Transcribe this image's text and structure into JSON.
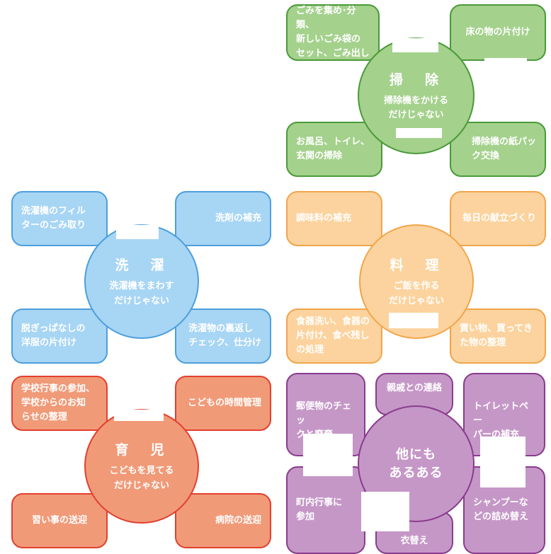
{
  "categories": [
    {
      "id": "cleaning",
      "title": "掃　除",
      "subtitle": "掃除機をかける\nだけじゃない",
      "items": [
        "ごみを集め･分類、\n新しいごみ袋の\nセット、ごみ出し",
        "床の物の片付け",
        "お風呂、トイレ、\n玄関の掃除",
        "掃除機の紙パッ\nク交換"
      ]
    },
    {
      "id": "laundry",
      "title": "洗　濯",
      "subtitle": "洗濯機をまわす\nだけじゃない",
      "items": [
        "洗濯機のフィル\nターのごみ取り",
        "洗剤の補充",
        "脱ぎっぱなしの\n洋服の片付け",
        "洗濯物の裏返し\nチェック、仕分け"
      ]
    },
    {
      "id": "cooking",
      "title": "料　理",
      "subtitle": "ご飯を作る\nだけじゃない",
      "items": [
        "調味料の補充",
        "毎日の献立づくり",
        "食器洗い、食器の\n片付け、食べ残し\nの処理",
        "買い物、買ってき\nた物の整理"
      ]
    },
    {
      "id": "childcare",
      "title": "育　児",
      "subtitle": "こどもを見てる\nだけじゃない",
      "items": [
        "学校行事の参加、\n学校からのお知\nらせの整理",
        "こどもの時間管理",
        "習い事の送迎",
        "病院の送迎"
      ]
    },
    {
      "id": "other",
      "title": "他にも\nあるある",
      "items": [
        "郵便物のチェッ\nクと廃棄",
        "親戚との連絡",
        "トイレットペー\nパーの補充",
        "町内行事に\n参加",
        "衣替え",
        "シャンプーな\nどの詰め替え"
      ]
    }
  ]
}
